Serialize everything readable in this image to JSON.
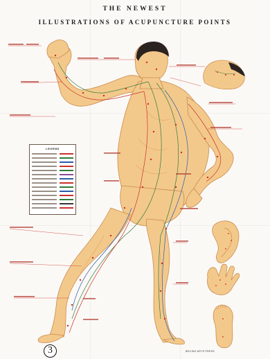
{
  "poster": {
    "title_line1": "THE NEWEST",
    "title_line2": "ILLUSTRATIONS OF ACUPUNCTURE POINTS",
    "legend_title": "LEGEND",
    "plate_number": "3",
    "publisher": "BEIJING ARTS PRESS"
  },
  "colors": {
    "skin": "#f3c98b",
    "skin_shade": "#e3aa6a",
    "meridian_green": "#2f7a3a",
    "meridian_red": "#c9302c",
    "meridian_blue": "#2a5aa8",
    "point_red": "#d42a1e",
    "hair": "#2b2320",
    "background": "#fbf9f6"
  },
  "legend_swatches": [
    "#c9302c",
    "#2f7a3a",
    "#2a5aa8",
    "#c9302c",
    "#2f7a3a",
    "#8b4a9a",
    "#2a5aa8",
    "#c9302c",
    "#2f7a3a",
    "#2a5aa8",
    "#c9302c",
    "#2f7a3a",
    "#333333",
    "#c9302c"
  ]
}
